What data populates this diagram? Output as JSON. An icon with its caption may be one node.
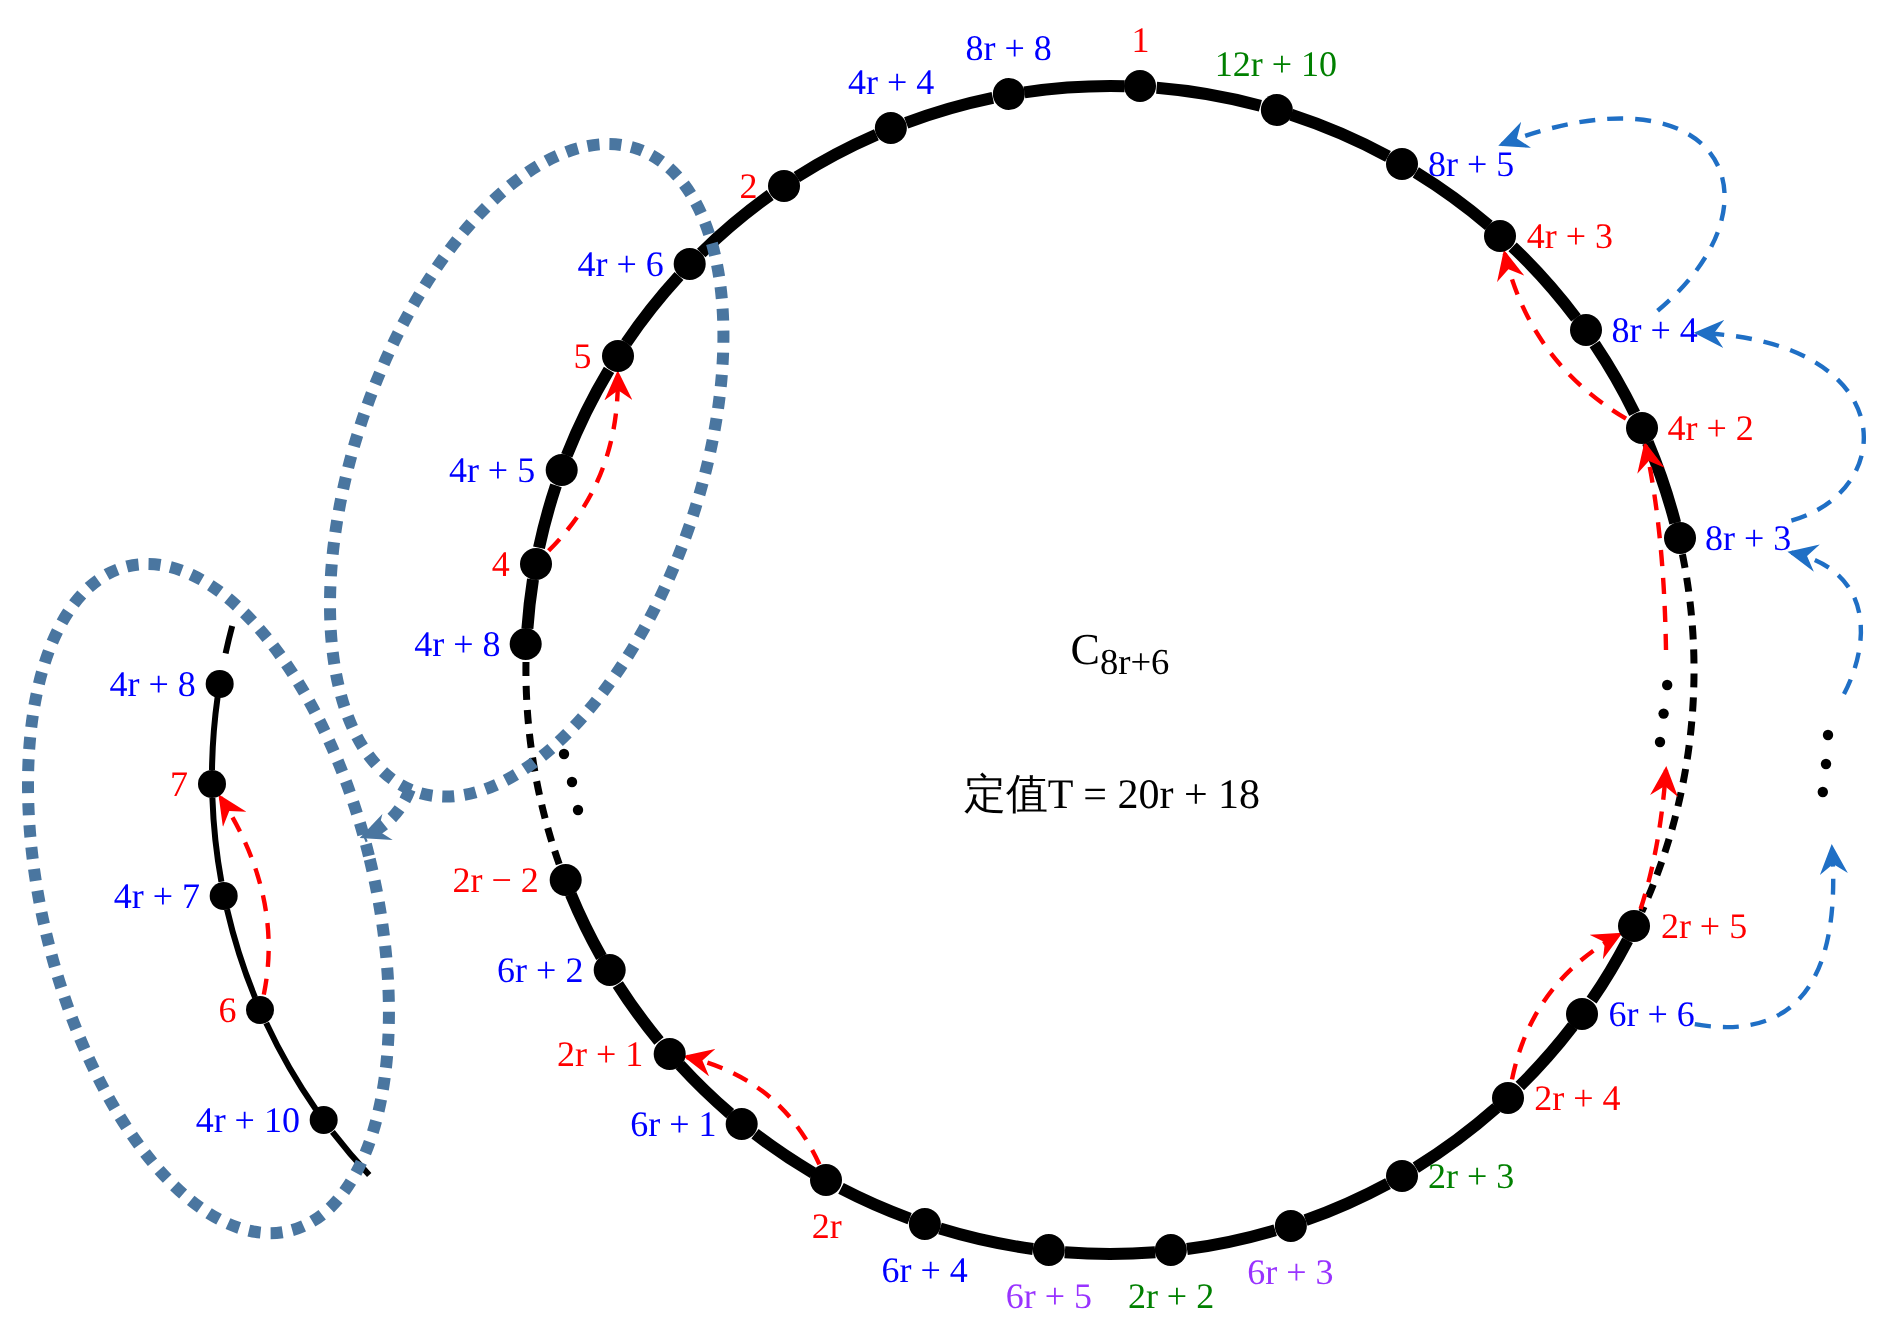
{
  "diagram": {
    "nodes": [
      {
        "text": [],
        "shape": "ellipse"
      },
      {
        "text": [],
        "shape": "circle",
        "beside": [
          "4r + 6"
        ],
        "in": 0
      },
      {
        "text": [],
        "shape": "circle",
        "beside": [
          "5"
        ],
        "in": 0
      },
      {
        "text": [],
        "shape": "circle",
        "beside": [
          "4r + 5"
        ],
        "in": 0
      },
      {
        "text": [],
        "shape": "circle",
        "beside": [
          "4"
        ],
        "in": 0
      },
      {
        "text": [],
        "shape": "circle",
        "beside": [
          "4r + 8"
        ],
        "in": 0
      },
      {
        "text": [],
        "shape": "circle",
        "beside": [
          "2"
        ]
      },
      {
        "text": [],
        "shape": "circle",
        "beside": [
          "4r + 4"
        ]
      },
      {
        "text": [],
        "shape": "circle",
        "beside": [
          "8r + 8"
        ]
      },
      {
        "text": [],
        "shape": "circle",
        "beside": [
          "1"
        ]
      },
      {
        "text": [],
        "shape": "circle",
        "beside": [
          "12r + 10"
        ]
      },
      {
        "text": [],
        "shape": "circle",
        "beside": [
          "8r + 5"
        ]
      },
      {
        "text": [],
        "shape": "circle",
        "beside": [
          "4r + 3"
        ]
      },
      {
        "text": [],
        "shape": "circle",
        "beside": [
          "8r + 4"
        ]
      },
      {
        "text": [],
        "shape": "circle",
        "beside": [
          "4r + 2"
        ]
      },
      {
        "text": [],
        "shape": "circle",
        "beside": [
          "8r + 3"
        ]
      },
      {
        "text": [],
        "shape": "circle",
        "beside": [
          "2r + 5"
        ]
      },
      {
        "text": [],
        "shape": "circle",
        "beside": [
          "6r + 6"
        ]
      },
      {
        "text": [],
        "shape": "circle",
        "beside": [
          "2r + 4"
        ]
      },
      {
        "text": [],
        "shape": "circle",
        "beside": [
          "2r + 3"
        ]
      },
      {
        "text": [],
        "shape": "circle",
        "beside": [
          "6r + 3"
        ]
      },
      {
        "text": [],
        "shape": "circle",
        "beside": [
          "2r + 2"
        ]
      },
      {
        "text": [],
        "shape": "circle",
        "beside": [
          "6r + 5"
        ]
      },
      {
        "text": [],
        "shape": "circle",
        "beside": [
          "6r + 4"
        ]
      },
      {
        "text": [],
        "shape": "circle",
        "beside": [
          "2r"
        ]
      },
      {
        "text": [],
        "shape": "circle",
        "beside": [
          "6r + 1"
        ]
      },
      {
        "text": [],
        "shape": "circle",
        "beside": [
          "2r + 1"
        ]
      },
      {
        "text": [],
        "shape": "circle",
        "beside": [
          "6r + 2"
        ]
      },
      {
        "text": [],
        "shape": "circle",
        "beside": [
          "2r − 2"
        ]
      },
      {
        "text": [],
        "shape": "ellipse"
      },
      {
        "text": [],
        "shape": "circle",
        "beside": [
          "4r + 8"
        ],
        "in": 29
      },
      {
        "text": [],
        "shape": "circle",
        "beside": [
          "7"
        ],
        "in": 29
      },
      {
        "text": [],
        "shape": "circle",
        "beside": [
          "4r + 7"
        ],
        "in": 29
      },
      {
        "text": [],
        "shape": "circle",
        "beside": [
          "6"
        ],
        "in": 29
      },
      {
        "text": [],
        "shape": "circle",
        "beside": [
          "4r + 10"
        ],
        "in": 29
      }
    ],
    "edges": [
      {
        "from": 8,
        "to": 9,
        "arrow": "none"
      },
      {
        "from": 9,
        "to": 10,
        "arrow": "none"
      },
      {
        "from": 10,
        "to": 11,
        "arrow": "none"
      },
      {
        "from": 11,
        "to": 12,
        "arrow": "none"
      },
      {
        "from": 12,
        "to": 13,
        "arrow": "none"
      },
      {
        "from": 13,
        "to": 14,
        "arrow": "none"
      },
      {
        "from": 14,
        "to": 15,
        "arrow": "none"
      },
      {
        "from": 15,
        "to": 16,
        "arrow": "none",
        "style": "dashed"
      },
      {
        "from": 16,
        "to": 17,
        "arrow": "none"
      },
      {
        "from": 17,
        "to": 18,
        "arrow": "none"
      },
      {
        "from": 18,
        "to": 19,
        "arrow": "none"
      },
      {
        "from": 19,
        "to": 20,
        "arrow": "none"
      },
      {
        "from": 20,
        "to": 21,
        "arrow": "none"
      },
      {
        "from": 21,
        "to": 22,
        "arrow": "none"
      },
      {
        "from": 22,
        "to": 23,
        "arrow": "none"
      },
      {
        "from": 23,
        "to": 24,
        "arrow": "none"
      },
      {
        "from": 24,
        "to": 25,
        "arrow": "none"
      },
      {
        "from": 25,
        "to": 26,
        "arrow": "none"
      },
      {
        "from": 26,
        "to": 27,
        "arrow": "none"
      },
      {
        "from": 27,
        "to": 28,
        "arrow": "none"
      },
      {
        "from": 28,
        "to": 5,
        "arrow": "none",
        "style": "dashed"
      },
      {
        "from": 5,
        "to": 4,
        "arrow": "none"
      },
      {
        "from": 4,
        "to": 3,
        "arrow": "none"
      },
      {
        "from": 3,
        "to": 2,
        "arrow": "none"
      },
      {
        "from": 2,
        "to": 1,
        "arrow": "none"
      },
      {
        "from": 1,
        "to": 6,
        "arrow": "none"
      },
      {
        "from": 6,
        "to": 7,
        "arrow": "none"
      },
      {
        "from": 7,
        "to": 8,
        "arrow": "none"
      },
      {
        "from": 30,
        "to": 31,
        "arrow": "none"
      },
      {
        "from": 31,
        "to": 32,
        "arrow": "none"
      },
      {
        "from": 32,
        "to": 33,
        "arrow": "none"
      },
      {
        "from": 33,
        "to": 34,
        "arrow": "none"
      },
      {
        "from": 4,
        "to": 2,
        "arrow": "to",
        "style": "dashed",
        "color": "#ff0000"
      },
      {
        "from": 33,
        "to": 31,
        "arrow": "to",
        "style": "dashed",
        "color": "#ff0000"
      },
      {
        "from": 24,
        "to": 26,
        "arrow": "to",
        "style": "dashed",
        "color": "#ff0000"
      },
      {
        "from": 18,
        "to": 16,
        "arrow": "to",
        "style": "dashed",
        "color": "#ff0000"
      },
      {
        "from": 16,
        "to": null,
        "arrow": "to",
        "style": "dashed",
        "color": "#ff0000"
      },
      {
        "from": null,
        "to": 14,
        "arrow": "to",
        "style": "dashed",
        "color": "#ff0000"
      },
      {
        "from": 14,
        "to": 12,
        "arrow": "to",
        "style": "dashed",
        "color": "#ff0000"
      },
      {
        "from": 17,
        "to": null,
        "arrow": "to",
        "style": "dashed",
        "color": "#1f6fc5"
      },
      {
        "from": null,
        "to": 15,
        "arrow": "to",
        "style": "dashed",
        "color": "#1f6fc5"
      },
      {
        "from": 15,
        "to": 13,
        "arrow": "to",
        "style": "dashed",
        "color": "#1f6fc5"
      },
      {
        "from": 13,
        "to": 11,
        "arrow": "to",
        "style": "dashed",
        "color": "#1f6fc5"
      },
      {
        "from": 0,
        "to": 29,
        "arrow": "to",
        "style": "dashed",
        "color": "#4a76a0"
      }
    ],
    "labels": [
      "C$_{8r+6}$",
      "定值T = 20r + 18"
    ]
  }
}
